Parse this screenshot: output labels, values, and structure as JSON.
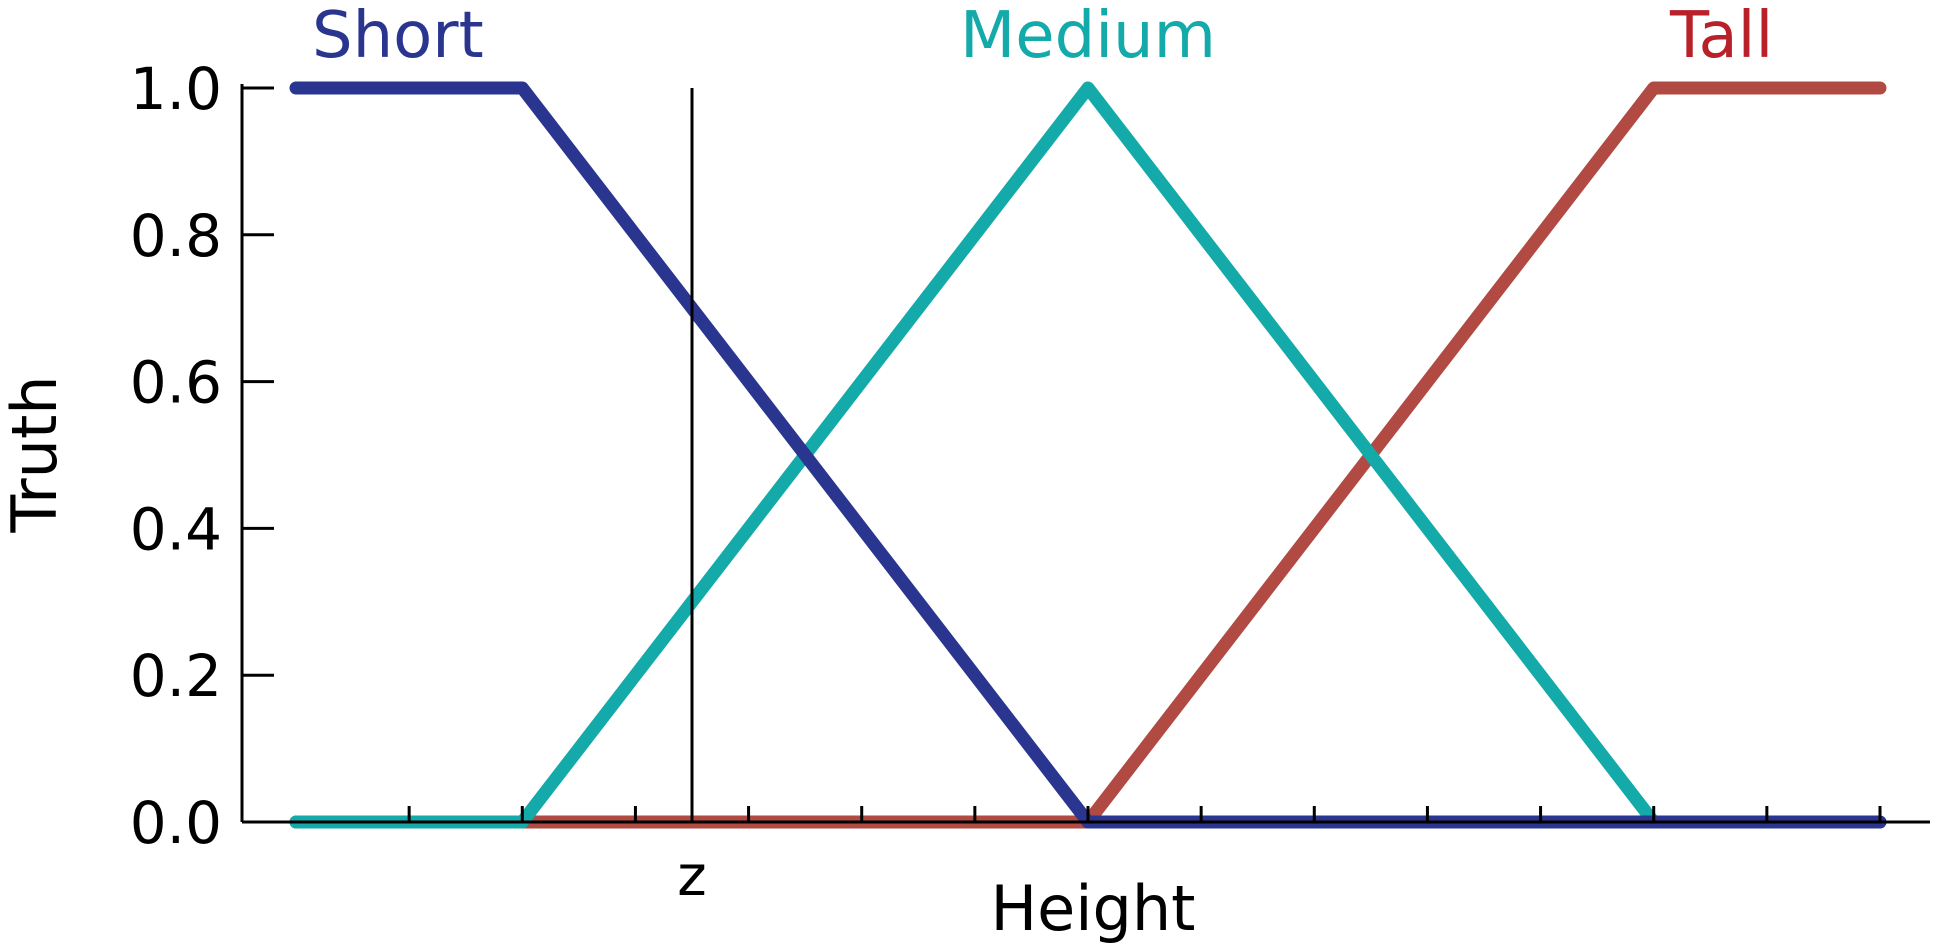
{
  "chart_data": {
    "type": "line",
    "xlabel": "Height",
    "ylabel": "Truth",
    "xlim": [
      0,
      14
    ],
    "ylim": [
      0,
      1
    ],
    "grid": false,
    "legend": "labels above curves",
    "y_ticks": [
      {
        "value": 0.0,
        "label": "0.0"
      },
      {
        "value": 0.2,
        "label": "0.2"
      },
      {
        "value": 0.4,
        "label": "0.4"
      },
      {
        "value": 0.6,
        "label": "0.6"
      },
      {
        "value": 0.8,
        "label": "0.8"
      },
      {
        "value": 1.0,
        "label": "1.0"
      }
    ],
    "x_minor_ticks": [
      1,
      2,
      3,
      4,
      5,
      6,
      7,
      8,
      9,
      10,
      11,
      12,
      13,
      14
    ],
    "series": [
      {
        "name": "Short",
        "color": "#2a3590",
        "x": [
          0,
          2,
          7,
          14
        ],
        "y": [
          1,
          1,
          0,
          0
        ]
      },
      {
        "name": "Medium",
        "color": "#14aaaa",
        "x": [
          0,
          2,
          7,
          12,
          14
        ],
        "y": [
          0,
          0,
          1,
          0,
          0
        ]
      },
      {
        "name": "Tall",
        "color": "#b04a42",
        "x": [
          0,
          7,
          12,
          14
        ],
        "y": [
          0,
          0,
          1,
          1
        ]
      }
    ],
    "series_label_colors": {
      "Short": "#2a3590",
      "Medium": "#14aaaa",
      "Tall": "#b8202a"
    },
    "marker": {
      "label": "z",
      "x": 3.5,
      "y_top": 1.0
    }
  }
}
